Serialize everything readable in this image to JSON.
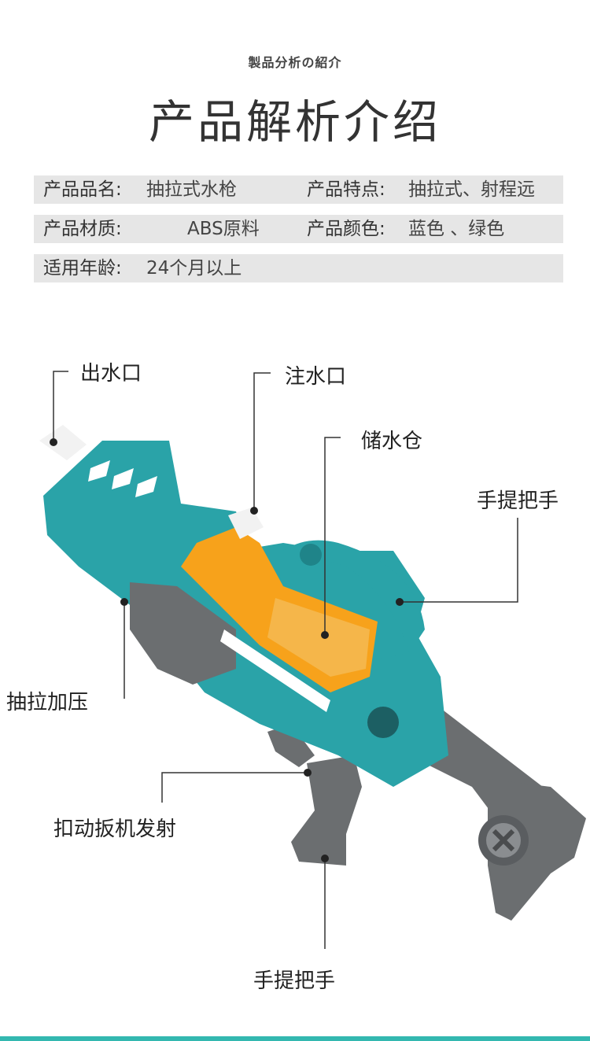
{
  "header": {
    "subtitle": "製品分析の紹介",
    "title": "产品解析介绍"
  },
  "specs": [
    {
      "label": "产品品名:",
      "value": "抽拉式水枪"
    },
    {
      "label": "产品特点:",
      "value": "抽拉式、射程远"
    },
    {
      "label": "产品材质:",
      "value": "ABS原料"
    },
    {
      "label": "产品颜色:",
      "value": "蓝色 、绿色"
    },
    {
      "label": "适用年龄:",
      "value": "24个月以上"
    }
  ],
  "callouts": {
    "outlet": "出水口",
    "fill_port": "注水口",
    "tank": "储水仓",
    "handle_right": "手提把手",
    "pump": "抽拉加压",
    "trigger": "扣动扳机发射",
    "handle_bottom": "手提把手"
  },
  "colors": {
    "teal": "#2aa3a8",
    "orange": "#f7a21b",
    "grey": "#6b6e70",
    "accent_bar": "#33b8b0"
  }
}
